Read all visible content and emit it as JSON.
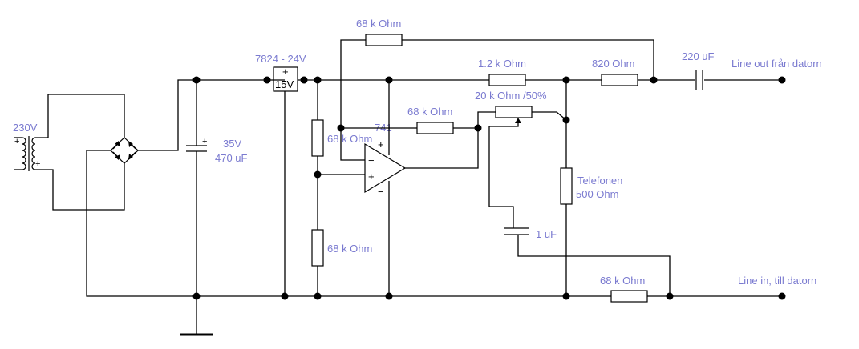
{
  "transformer": {
    "voltage_label": "230V"
  },
  "filter_capacitor": {
    "voltage_label": "35V",
    "capacitance_label": "470 uF"
  },
  "regulator": {
    "title_label": "7824 - 24V",
    "value_label": "15V"
  },
  "opamp": {
    "model_label": "741",
    "plus_sign": "+",
    "minus_sign": "−"
  },
  "resistors": {
    "feedback_top": "68 k Ohm",
    "series_12k": "1.2 k Ohm",
    "series_820": "820  Ohm",
    "input_68k": "68 k Ohm",
    "pot": "20 k Ohm /50%",
    "divider_top": "68 k Ohm",
    "divider_bottom": "68 k Ohm",
    "bottom_line": "68 k Ohm"
  },
  "telephone": {
    "name_label": "Telefonen",
    "impedance_label": "500  Ohm"
  },
  "capacitors": {
    "output_cap": "220 uF",
    "coupling_cap": "1 uF"
  },
  "ports": {
    "line_out": "Line out från datorn",
    "line_in": "Line in, till datorn"
  },
  "colors": {
    "label_color": "#7a7ad0",
    "wire_color": "#000000"
  }
}
